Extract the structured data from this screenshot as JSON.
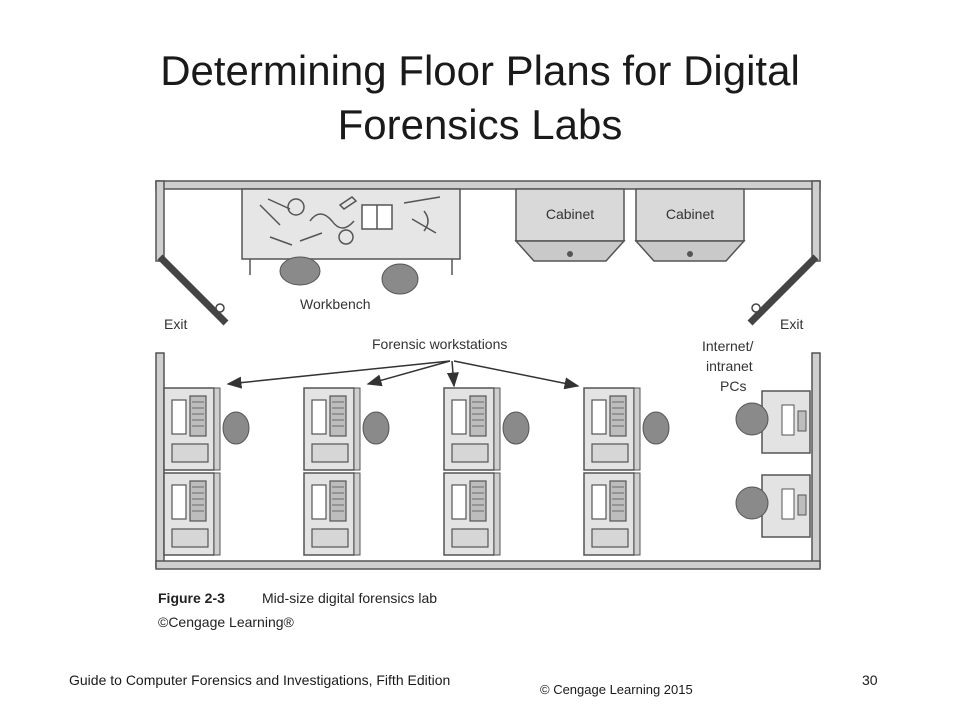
{
  "slide": {
    "title_line1": "Determining Floor Plans for Digital",
    "title_line2": "Forensics Labs"
  },
  "diagram": {
    "labels": {
      "workbench": "Workbench",
      "cabinet_left": "Cabinet",
      "cabinet_right": "Cabinet",
      "exit_left": "Exit",
      "exit_right": "Exit",
      "forensic_workstations": "Forensic workstations",
      "internet_line1": "Internet/",
      "internet_line2": "intranet",
      "internet_line3": "PCs"
    },
    "figure_number": "Figure 2-3",
    "figure_caption": "Mid-size digital forensics lab",
    "credit": "©Cengage Learning®"
  },
  "footer": {
    "left": "Guide to Computer Forensics and Investigations, Fifth Edition",
    "center": "© Cengage Learning  2015",
    "page_number": "30"
  },
  "colors": {
    "wall": "#cfcfcf",
    "wall_stroke": "#555555",
    "desk": "#e3e3e3",
    "person": "#8a8a8a",
    "text": "#1a1a1a"
  }
}
